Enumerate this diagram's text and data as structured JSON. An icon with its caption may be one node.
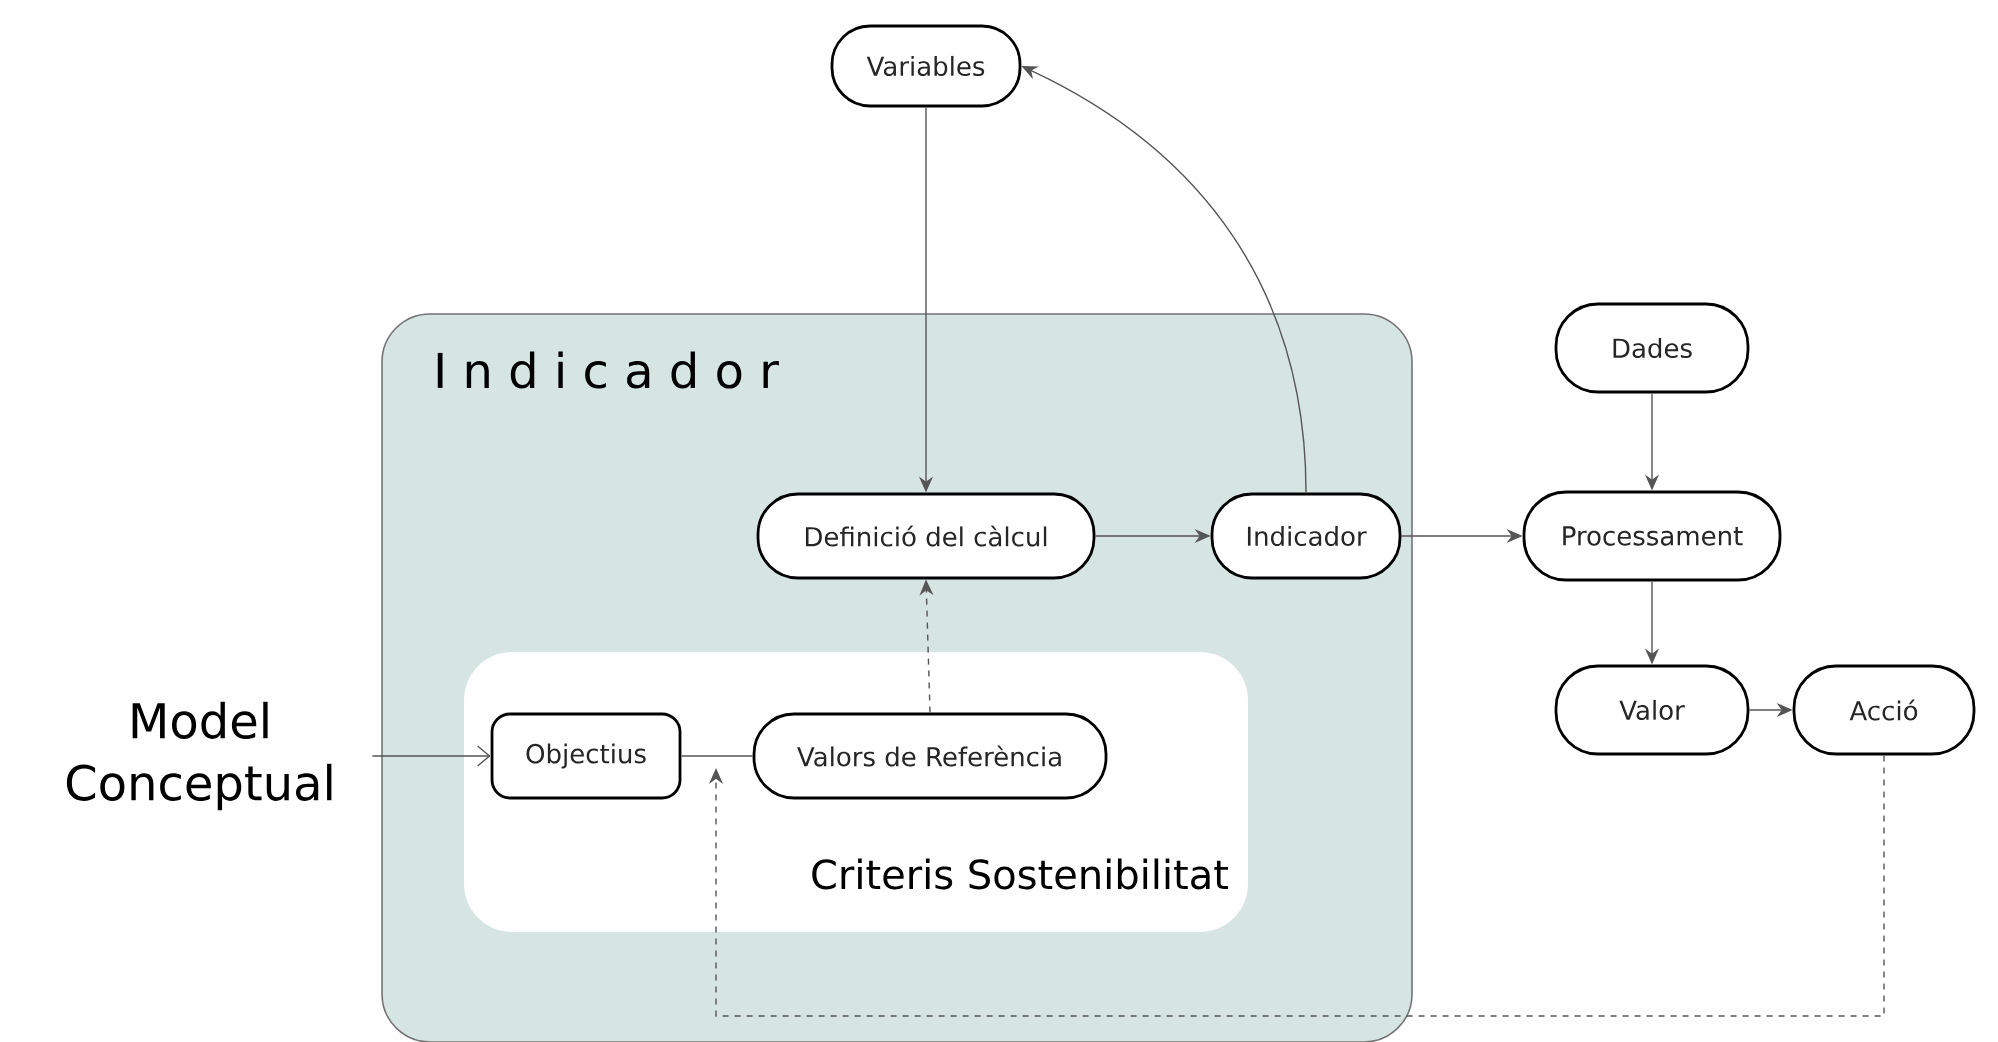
{
  "diagram": {
    "nodes": [
      {
        "text": [
          "Variables"
        ]
      },
      {
        "text": [
          "I n d i c a d o r"
        ]
      },
      {
        "text": [
          "Definició del càlcul"
        ],
        "in": 1
      },
      {
        "text": [
          "Indicador"
        ],
        "in": 1
      },
      {
        "text": [
          "Criteris Sostenibilitat"
        ],
        "in": 1
      },
      {
        "text": [
          "Objectius"
        ],
        "in": 4
      },
      {
        "text": [
          "Valors de Referència"
        ],
        "in": 4
      },
      {
        "text": [
          "Dades"
        ]
      },
      {
        "text": [
          "Processament"
        ]
      },
      {
        "text": [
          "Valor"
        ]
      },
      {
        "text": [
          "Acció"
        ]
      },
      {
        "text": [
          "Model Conceptual"
        ]
      }
    ],
    "edges": [
      {
        "from": 0,
        "to": 2,
        "arrow": "to"
      },
      {
        "from": 2,
        "to": 3,
        "arrow": "to"
      },
      {
        "from": 3,
        "to": 0,
        "arrow": "to"
      },
      {
        "from": 3,
        "to": 8,
        "arrow": "to"
      },
      {
        "from": 7,
        "to": 8,
        "arrow": "to"
      },
      {
        "from": 8,
        "to": 9,
        "arrow": "to"
      },
      {
        "from": 9,
        "to": 10,
        "arrow": "to"
      },
      {
        "from": 6,
        "to": 2,
        "arrow": "to",
        "style": "dashed"
      },
      {
        "from": 11,
        "to": 5,
        "arrow": "to"
      },
      {
        "from": 5,
        "to": 6,
        "arrow": "none"
      },
      {
        "from": 10,
        "to": null,
        "arrow": "to",
        "style": "dashed"
      }
    ]
  }
}
